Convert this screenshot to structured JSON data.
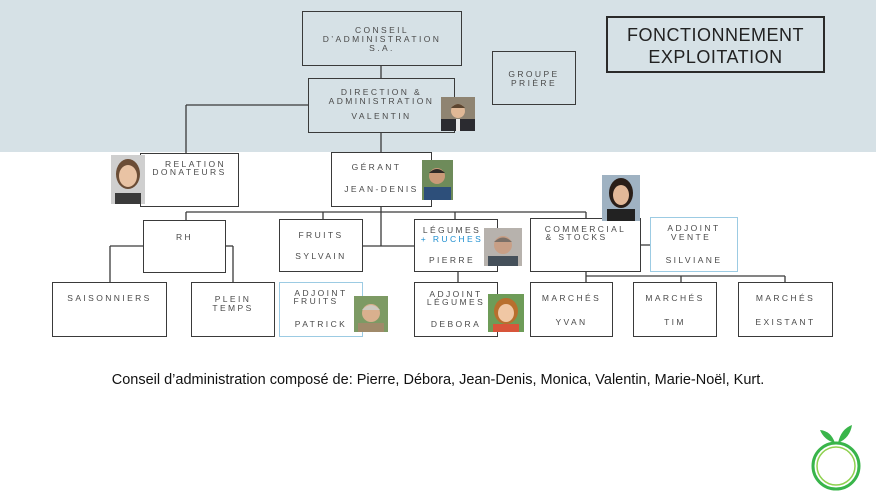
{
  "title": {
    "line1": "FONCTIONNEMENT",
    "line2": "EXPLOITATION"
  },
  "boxes": {
    "conseil": {
      "lines": [
        "CONSEIL",
        "D’ADMINISTRATION",
        "S.A."
      ]
    },
    "groupe": {
      "lines": [
        "GROUPE",
        "PRIÈRE"
      ]
    },
    "direction": {
      "lines": [
        "DIRECTION &",
        "ADMINISTRATION",
        "VALENTIN"
      ]
    },
    "relation": {
      "lines": [
        "RELATION",
        "DONATEURS"
      ]
    },
    "gerant": {
      "lines": [
        "GÉRANT",
        "JEAN-DENIS"
      ]
    },
    "rh": {
      "lines": [
        "RH"
      ]
    },
    "fruits": {
      "lines": [
        "FRUITS",
        "SYLVAIN"
      ]
    },
    "legumes": {
      "lines": [
        "LÉGUMES",
        "+ RUCHES",
        "PIERRE"
      ]
    },
    "commercial": {
      "lines": [
        "COMMERCIAL",
        "& STOCKS"
      ]
    },
    "adjoint_vente": {
      "lines": [
        "ADJOINT",
        "VENTE",
        "SILVIANE"
      ]
    },
    "saisonniers": {
      "lines": [
        "SAISONNIERS"
      ]
    },
    "plein_temps": {
      "lines": [
        "PLEIN",
        "TEMPS"
      ]
    },
    "adjoint_fruits": {
      "lines": [
        "ADJOINT",
        "FRUITS",
        "PATRICK"
      ]
    },
    "adjoint_legumes": {
      "lines": [
        "ADJOINT",
        "LÉGUMES",
        "DEBORA"
      ]
    },
    "marches_yvan": {
      "lines": [
        "MARCHÉS",
        "YVAN"
      ]
    },
    "marches_tim": {
      "lines": [
        "MARCHÉS",
        "TIM"
      ]
    },
    "marches_existant": {
      "lines": [
        "MARCHÉS",
        "EXISTANT"
      ]
    }
  },
  "caption": "Conseil d’administration composé de: Pierre, Débora, Jean-Denis, Monica, Valentin, Marie-Noël, Kurt.",
  "colors": {
    "band": "#d6e1e6",
    "box_border": "#3a3a3a",
    "adjoint_border": "#9ccbe3",
    "plus_text": "#1f8fd0",
    "logo_green": "#39b54a"
  },
  "icons": {
    "logo": "fruit-circle-logo"
  }
}
